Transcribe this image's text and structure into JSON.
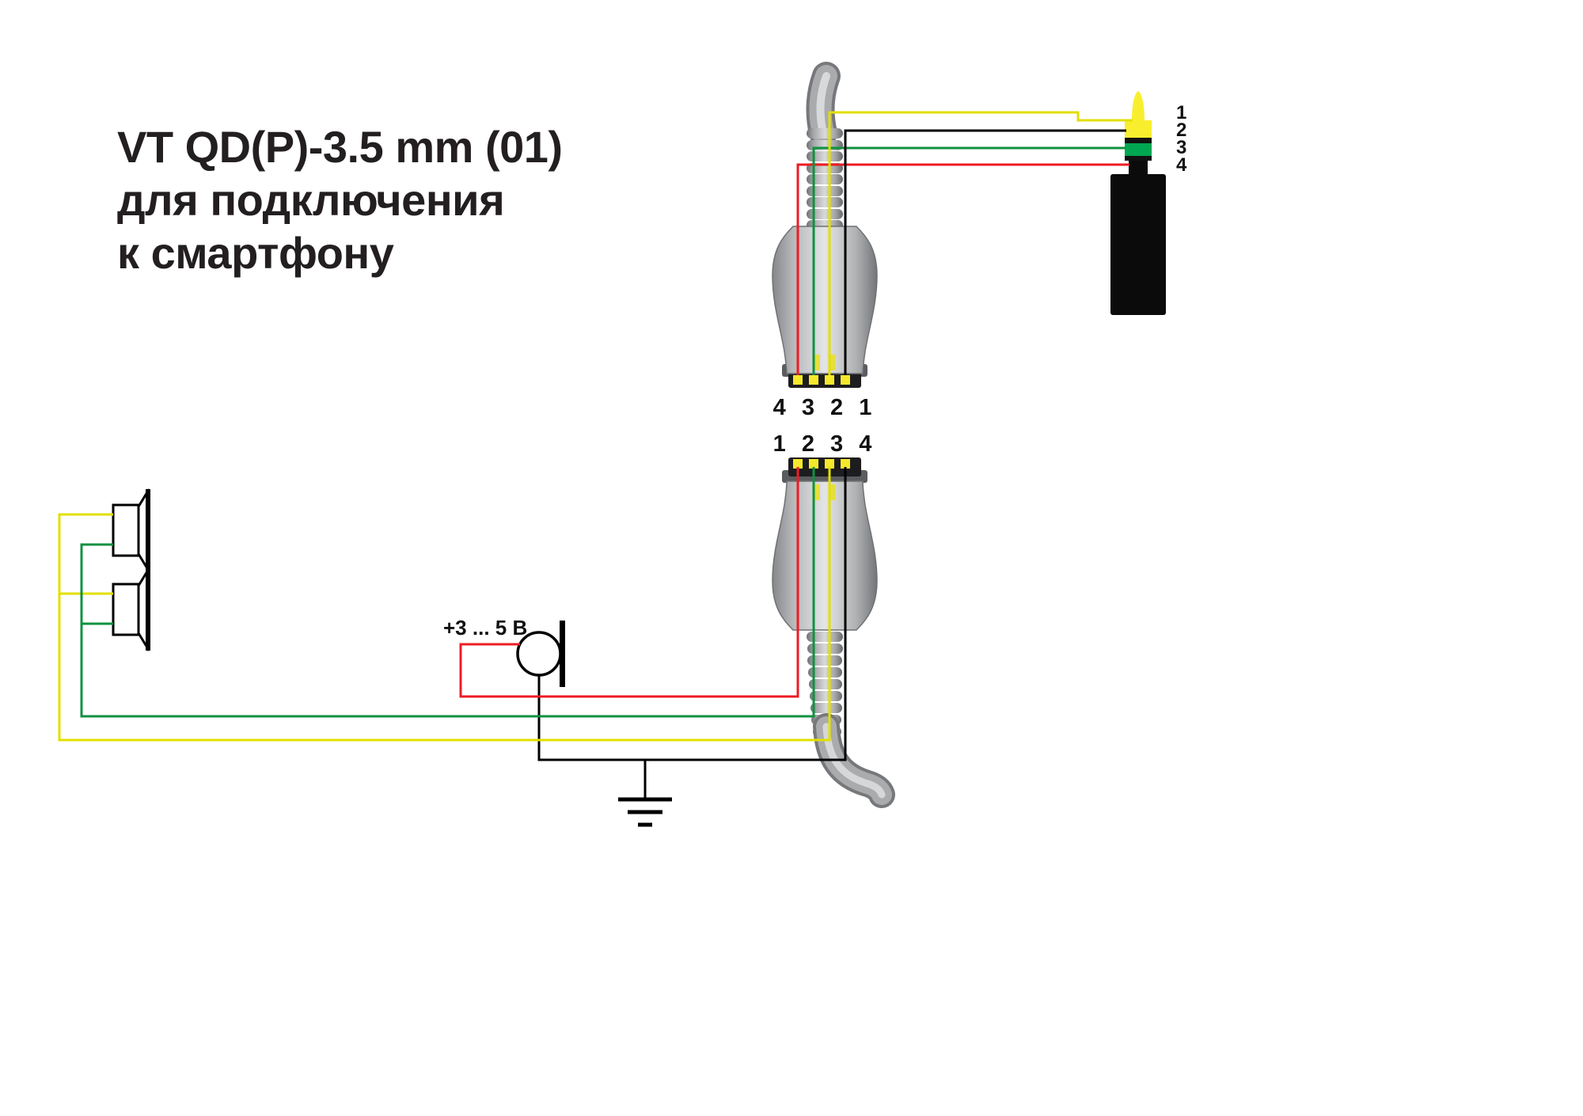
{
  "title": {
    "line1": "VT QD(P)-3.5 mm (01)",
    "line2": "для подключения",
    "line3": "к смартфону"
  },
  "top_connector": {
    "contacts_label": "4 3 2 1"
  },
  "bottom_connector": {
    "contacts_label": "1 2 3 4"
  },
  "jack": {
    "pin_labels": [
      "1",
      "2",
      "3",
      "4"
    ]
  },
  "mic": {
    "voltage_label": "+3 ... 5 В"
  },
  "colors": {
    "wire_yellow": "#e2df00",
    "wire_green": "#0f9140",
    "wire_red": "#ed1c24",
    "wire_black": "#000000",
    "jack_tip_yellow": "#f9ee2e",
    "jack_ring_green": "#00a651",
    "jack_body_black": "#0b0b0b",
    "contact_pad_yellow": "#f5e92c",
    "title_text": "#231f20"
  }
}
